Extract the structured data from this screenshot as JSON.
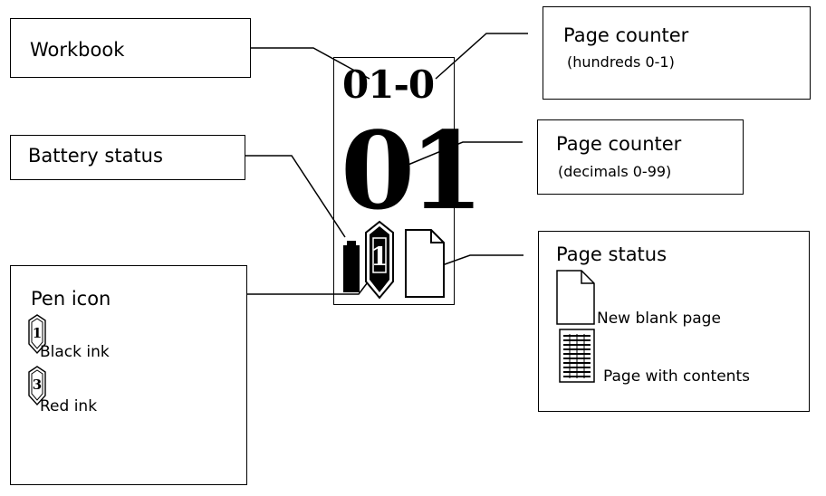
{
  "display": {
    "workbook_counter": "01-0",
    "page_counter": "01",
    "pen_number": "1"
  },
  "callouts": {
    "workbook": "Workbook",
    "battery": "Battery status",
    "pen_icon": "Pen icon",
    "pen_black": "Black ink",
    "pen_red": "Red ink",
    "pen_black_number": "1",
    "pen_red_number": "3",
    "page_hundreds_title": "Page counter",
    "page_hundreds_sub": "(hundreds 0-1)",
    "page_decimals_title": "Page counter",
    "page_decimals_sub": "(decimals 0-99)",
    "page_status": "Page status",
    "new_blank_page": "New blank page",
    "page_with_contents": "Page with contents"
  }
}
